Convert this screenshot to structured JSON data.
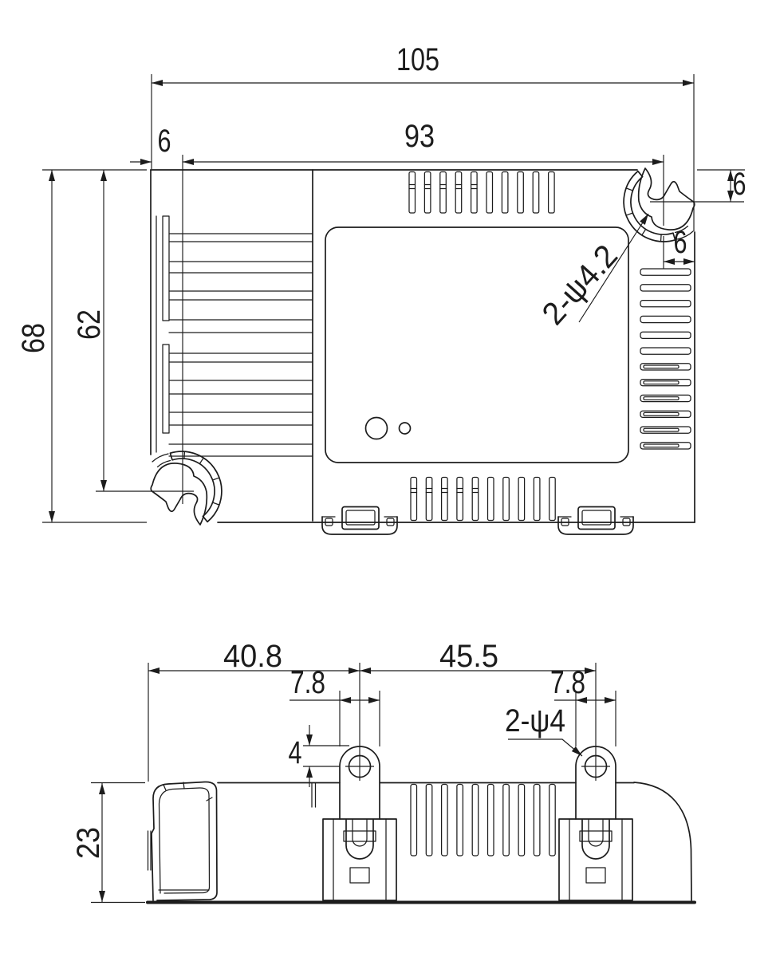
{
  "drawing": {
    "title": "enclosure dimensional drawing",
    "line_color": "#1c1c1c",
    "background": "#ffffff",
    "top_view": {
      "overall_width": "105",
      "mount_hole_span": "93",
      "edge_offset_left": "6",
      "corner_hole_top_offset": "6",
      "corner_hole_side_offset": "6",
      "overall_height": "68",
      "mount_hole_height": "62",
      "corner_hole_callout": "2-ψ4.2"
    },
    "side_view": {
      "tab_left_offset": "40.8",
      "tab_spacing": "45.5",
      "tab_width_left": "7.8",
      "tab_width_right": "7.8",
      "tab_hole_callout": "2-ψ4",
      "tab_hole_offset": "4",
      "body_height": "23"
    }
  }
}
